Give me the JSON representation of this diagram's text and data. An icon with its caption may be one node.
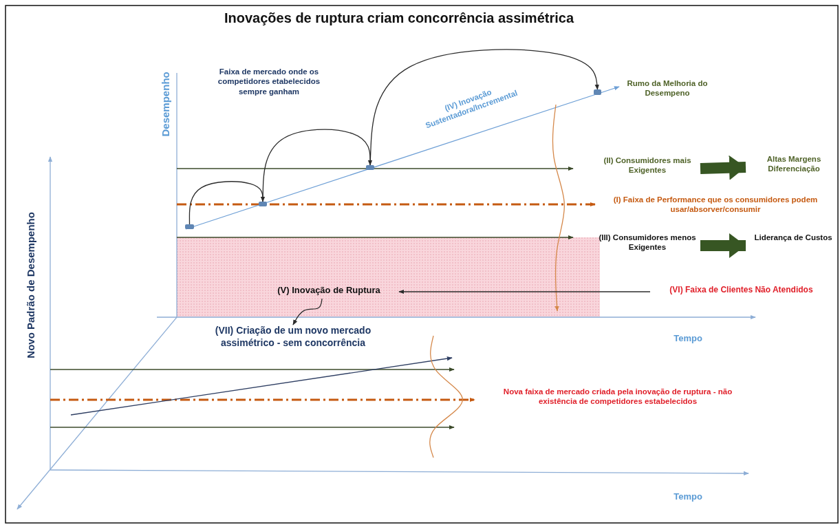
{
  "diagram": {
    "title": "Inovações de ruptura criam concorrência assimétrica",
    "nodes": [
      {
        "text": [
          "(II) Consumidores mais Exigentes"
        ]
      },
      {
        "text": [
          "Altas Margens Diferenciação"
        ]
      },
      {
        "text": [
          "(III) Consumidores menos Exigentes"
        ]
      },
      {
        "text": [
          "Liderança de Custos"
        ]
      },
      {
        "text": [
          "(VI) Faixa de Clientes Não Atendidos"
        ]
      },
      {
        "text": [
          "(V) Inovação de Ruptura"
        ]
      },
      {
        "text": [
          "(VII) Criação de um novo mercado assimétrico - sem concorrência"
        ]
      },
      {
        "text": [],
        "shape": "box"
      },
      {
        "text": [],
        "shape": "box"
      },
      {
        "text": [],
        "shape": "box"
      },
      {
        "text": [],
        "shape": "box"
      }
    ],
    "edges": [
      {
        "from": 0,
        "to": 1,
        "arrow": "to",
        "style": "thick",
        "color": "#375623"
      },
      {
        "from": 2,
        "to": 3,
        "arrow": "to",
        "style": "thick",
        "color": "#375623"
      },
      {
        "from": 4,
        "to": 5,
        "arrow": "to"
      },
      {
        "from": 5,
        "to": 6,
        "arrow": "to"
      },
      {
        "from": 7,
        "to": 8,
        "arrow": "to"
      },
      {
        "from": 8,
        "to": 9,
        "arrow": "to"
      },
      {
        "from": 9,
        "to": 10,
        "arrow": "to"
      }
    ],
    "labels": [
      "Faixa de mercado onde os competidores etabelecidos sempre ganham",
      "Desempenho",
      "(IV) Inovação Sustentadora/Incremental",
      "Rumo da Melhoria do Desempeno",
      "(I) Faixa de Performance que os consumidores podem usar/absorver/consumir",
      "Novo Padrão de Desempenho",
      "Tempo",
      "Nova faixa de mercado criada pela inovação de ruptura - não existência de competidores estabelecidos",
      "Tempo"
    ]
  }
}
